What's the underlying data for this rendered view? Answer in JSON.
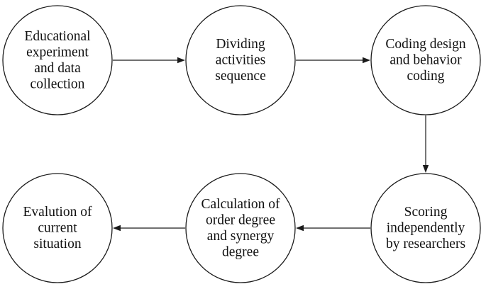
{
  "nodes": [
    {
      "id": "n1",
      "lines": [
        "Educational",
        "experiment",
        "and data",
        "collection"
      ]
    },
    {
      "id": "n2",
      "lines": [
        "Dividing",
        "activities",
        "sequence"
      ]
    },
    {
      "id": "n3",
      "lines": [
        "Coding design",
        "and behavior",
        "coding"
      ]
    },
    {
      "id": "n4",
      "lines": [
        "Scoring",
        "independently",
        "by researchers"
      ]
    },
    {
      "id": "n5",
      "lines": [
        "Calculation of",
        "order degree",
        "and synergy",
        "degree"
      ]
    },
    {
      "id": "n6",
      "lines": [
        "Evalution of",
        "current",
        "situation"
      ]
    }
  ],
  "edges": [
    {
      "from": "n1",
      "to": "n2"
    },
    {
      "from": "n2",
      "to": "n3"
    },
    {
      "from": "n3",
      "to": "n4"
    },
    {
      "from": "n4",
      "to": "n5"
    },
    {
      "from": "n5",
      "to": "n6"
    }
  ],
  "colors": {
    "stroke": "#1a1a1a",
    "text": "#111111",
    "background": "#ffffff"
  }
}
